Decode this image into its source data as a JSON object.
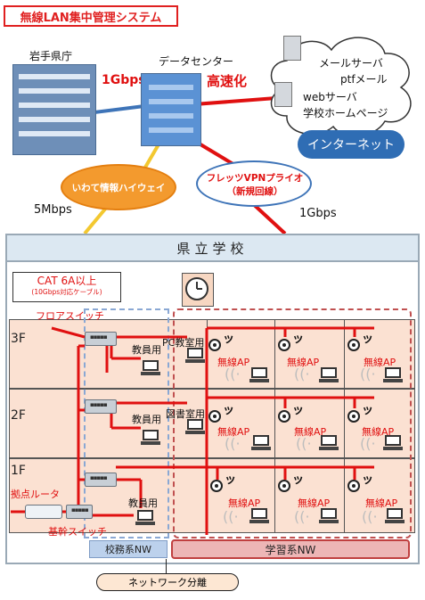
{
  "title": "無線LAN集中管理システム",
  "top": {
    "pref_office": "岩手県庁",
    "link_pref": "1Gbps",
    "datacenter": "データセンター",
    "speedup": "高速化",
    "mail_server": "メールサーバ",
    "ptf_mail": "ptfメール",
    "web_server": "webサーバ",
    "school_homepage": "学校ホームページ",
    "internet": "インターネット",
    "highway": "いわて情報ハイウェイ",
    "flets": "フレッツVPNプライオ",
    "flets_sub": "（新規回線）",
    "bw_highway": "5Mbps",
    "bw_flets": "1Gbps"
  },
  "school": {
    "name": "県立学校",
    "cat6a": "CAT 6A以上",
    "cat6a_sub": "(10Gbps対応ケーブル)",
    "floor_switch": "フロアスイッチ",
    "base_router": "拠点ルータ",
    "core_switch": "基幹スイッチ",
    "floors": [
      "3F",
      "2F",
      "1F"
    ],
    "teacher": "教員用",
    "pc_room": "PC教室用",
    "library": "図書室用",
    "ap_label": "無線AP",
    "nw_admin": "校務系NW",
    "nw_learning": "学習系NW",
    "separation": "ネットワーク分離"
  },
  "colors": {
    "accent_red": "#e01010",
    "link_red": "#e01010",
    "orange": "#f39a2e",
    "blue": "#3e74b8"
  }
}
